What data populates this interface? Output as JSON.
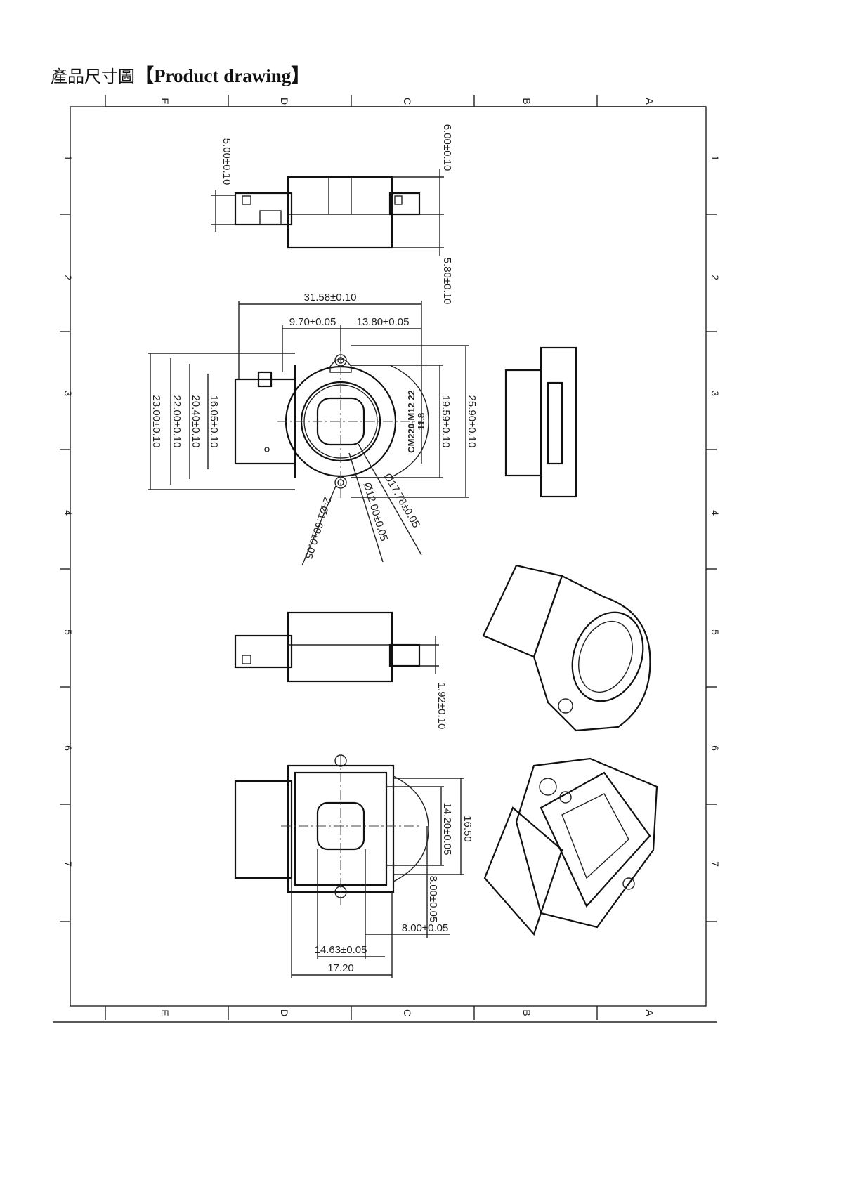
{
  "title": {
    "zh": "產品尺寸圖",
    "bracket_open": "【",
    "en": "Product drawing",
    "bracket_close": "】"
  },
  "frame": {
    "columns": [
      "E",
      "D",
      "C",
      "B",
      "A"
    ],
    "rows": [
      "1",
      "2",
      "3",
      "4",
      "5",
      "6",
      "7"
    ]
  },
  "part_marking": {
    "line1": "CM220-M12 22",
    "line2": "11.8"
  },
  "dimensions": {
    "top_height": "5.00±0.10",
    "top_right_upper": "6.00±0.10",
    "top_right_lower": "5.80±0.10",
    "overall_width": "31.58±0.10",
    "left_offset": "9.70±0.05",
    "right_offset": "13.80±0.05",
    "h_23": "23.00±0.10",
    "h_22": "22.00±0.10",
    "h_20": "20.40±0.10",
    "h_16": "16.05±0.10",
    "h_19": "19.59±0.10",
    "h_25": "25.90±0.10",
    "hole_dia": "2-Ø1.60±0.05",
    "inner_dia": "Ø12.00±0.05",
    "outer_dia": "Ø17.78±0.05",
    "side_offset": "1.92±0.10",
    "back_inner_h": "14.20±0.05",
    "back_outer_h": "16.50",
    "back_v_half": "8.00±0.05",
    "back_h_half": "8.00±0.05",
    "back_inner_w": "14.63±0.05",
    "back_outer_w": "17.20"
  }
}
